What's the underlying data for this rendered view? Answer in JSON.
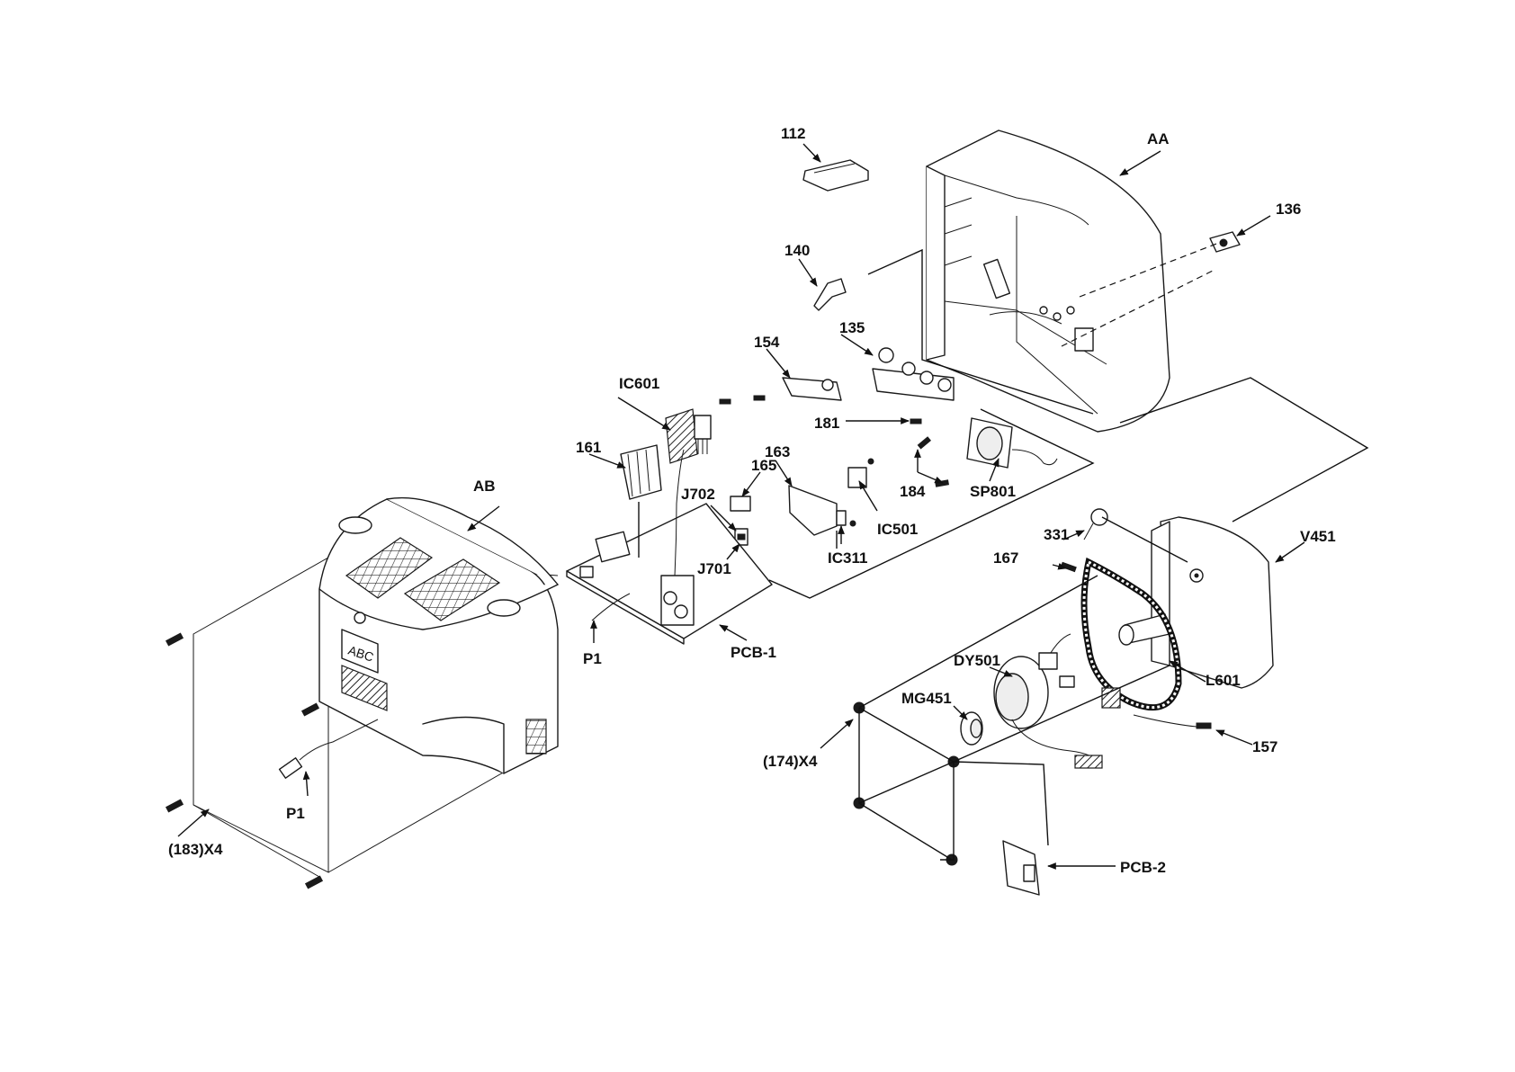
{
  "callouts": {
    "c112": "112",
    "cAA": "AA",
    "c136": "136",
    "c140": "140",
    "c135": "135",
    "c154": "154",
    "cIC601": "IC601",
    "c181": "181",
    "c161": "161",
    "c165": "165",
    "c163": "163",
    "cJ702": "J702",
    "c184": "184",
    "cSP801": "SP801",
    "cIC501": "IC501",
    "cJ701": "J701",
    "cIC311": "IC311",
    "cAB": "AB",
    "cP1_board": "P1",
    "cPCB1": "PCB-1",
    "c331": "331",
    "cV451": "V451",
    "c167": "167",
    "cDY501": "DY501",
    "cL601": "L601",
    "cMG451": "MG451",
    "c174x4": "(174)X4",
    "c157": "157",
    "cP1_cord": "P1",
    "c183x4": "(183)X4",
    "cPCB2": "PCB-2"
  },
  "front_label": "ABC"
}
